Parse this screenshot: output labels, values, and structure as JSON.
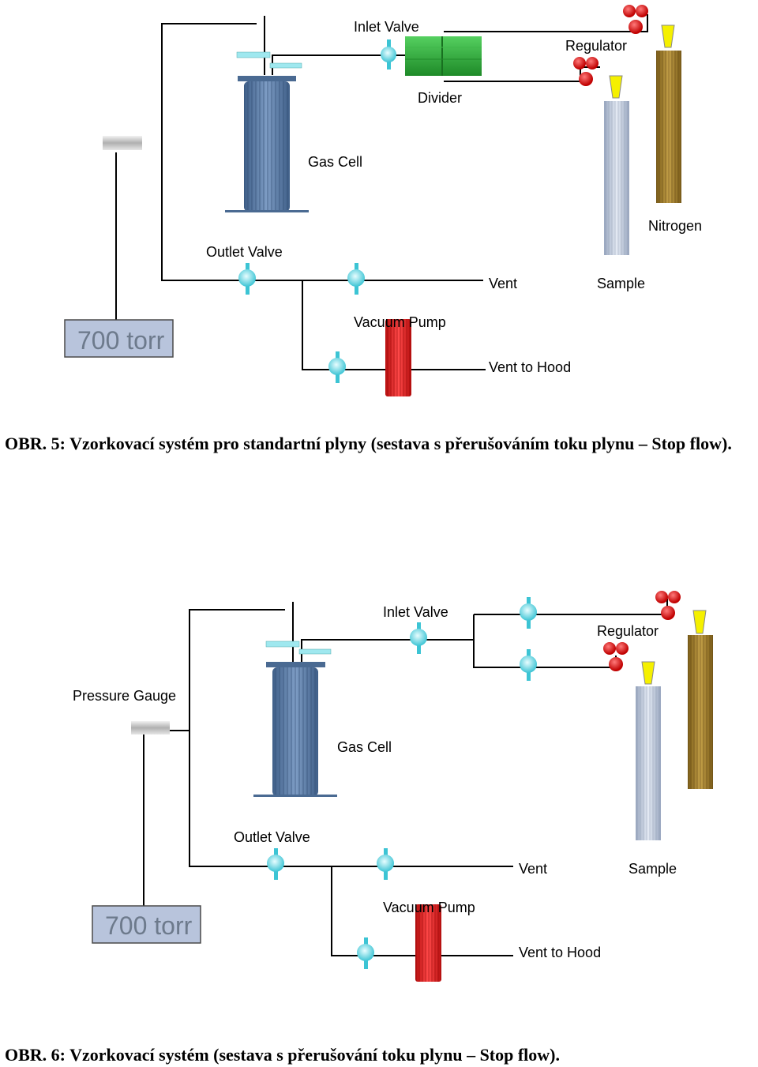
{
  "fig1": {
    "labels": {
      "inlet_valve": "Inlet Valve",
      "regulator": "Regulator",
      "divider": "Divider",
      "gas_cell": "Gas Cell",
      "nitrogen": "Nitrogen",
      "outlet_valve": "Outlet Valve",
      "vent": "Vent",
      "sample": "Sample",
      "vacuum_pump": "Vacuum Pump",
      "vent_to_hood": "Vent to Hood",
      "pressure_readout": "700 torr"
    },
    "caption": "OBR. 5: Vzorkovací systém pro standartní plyny (sestava s přerušováním toku plynu – Stop flow)."
  },
  "fig2": {
    "labels": {
      "inlet_valve": "Inlet Valve",
      "regulator": "Regulator",
      "pressure_gauge": "Pressure Gauge",
      "gas_cell": "Gas Cell",
      "outlet_valve": "Outlet Valve",
      "vent": "Vent",
      "sample": "Sample",
      "vacuum_pump": "Vacuum Pump",
      "vent_to_hood": "Vent to Hood",
      "pressure_readout": "700 torr"
    },
    "caption": "OBR. 6: Vzorkovací systém (sestava s přerušování toku plynu – Stop flow)."
  },
  "colors": {
    "gas_cell": "#5a7aa0",
    "vacuum_pump": "#e02020",
    "divider": "#2eaa3a",
    "valve": "#7fe6ef",
    "nitrogen_cylinder": "#9a7a2a",
    "sample_cylinder": "#b8c4d6",
    "regulator": "#e01c1c",
    "pressure_box": "#b8c4dc"
  }
}
